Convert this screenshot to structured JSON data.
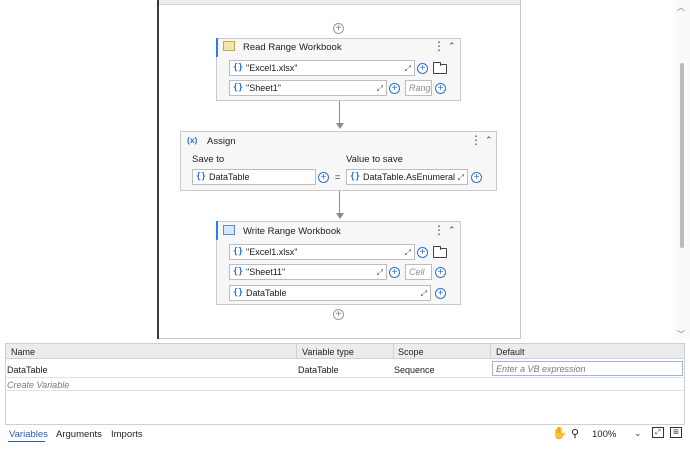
{
  "activities": {
    "read_range": {
      "title": "Read Range Workbook",
      "file_value": "\"Excel1.xlsx\"",
      "sheet_value": "\"Sheet1\"",
      "range_placeholder": "Range"
    },
    "assign": {
      "title": "Assign",
      "icon_text": "(x)",
      "save_to_label": "Value to save",
      "to_label": "Save to",
      "to_value": "DataTable",
      "equals": "=",
      "value": "DataTable.AsEnumeral"
    },
    "write_range": {
      "title": "Write Range Workbook",
      "file_value": "\"Excel1.xlsx\"",
      "sheet_value": "\"Sheet11\"",
      "cell_placeholder": "Cell",
      "data_value": "DataTable"
    }
  },
  "variables": {
    "columns": [
      "Name",
      "Variable type",
      "Scope",
      "Default"
    ],
    "rows": [
      {
        "name": "DataTable",
        "type": "DataTable",
        "scope": "Sequence",
        "default_placeholder": "Enter a VB expression"
      }
    ],
    "create_label": "Create Variable"
  },
  "bottom_bar": {
    "tabs": [
      "Variables",
      "Arguments",
      "Imports"
    ],
    "active_tab": "Variables",
    "zoom": "100%"
  },
  "colors": {
    "accent": "#2b7de9",
    "expression_brace": "#2f6fd6",
    "active_tab": "#1f5fbf"
  }
}
